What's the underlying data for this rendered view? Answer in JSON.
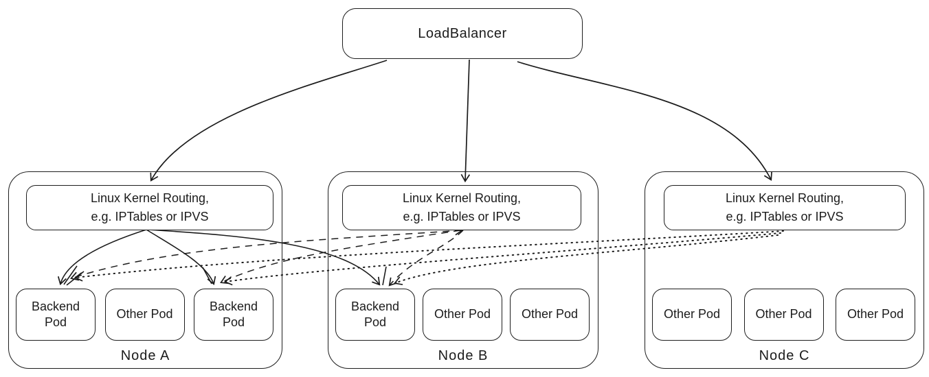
{
  "diagram": {
    "load_balancer_label": "LoadBalancer",
    "kernel_routing": {
      "line1": "Linux Kernel Routing,",
      "line2": "e.g. IPTables or IPVS"
    },
    "nodes": [
      {
        "label": "Node A",
        "pods": [
          "Backend Pod",
          "Other Pod",
          "Backend Pod"
        ]
      },
      {
        "label": "Node B",
        "pods": [
          "Backend Pod",
          "Other Pod",
          "Other Pod"
        ]
      },
      {
        "label": "Node C",
        "pods": [
          "Other Pod",
          "Other Pod",
          "Other Pod"
        ]
      }
    ],
    "edges": [
      {
        "from": "load-balancer",
        "to": "node-a-kernel-routing",
        "style": "solid"
      },
      {
        "from": "load-balancer",
        "to": "node-b-kernel-routing",
        "style": "solid"
      },
      {
        "from": "load-balancer",
        "to": "node-c-kernel-routing",
        "style": "solid"
      },
      {
        "from": "node-a-kernel-routing",
        "to": "node-a-backend-pod-1",
        "style": "solid"
      },
      {
        "from": "node-a-kernel-routing",
        "to": "node-a-backend-pod-2",
        "style": "solid"
      },
      {
        "from": "node-a-kernel-routing",
        "to": "node-b-backend-pod",
        "style": "solid"
      },
      {
        "from": "node-b-kernel-routing",
        "to": "node-a-backend-pod-1",
        "style": "dashed"
      },
      {
        "from": "node-b-kernel-routing",
        "to": "node-a-backend-pod-2",
        "style": "dashed"
      },
      {
        "from": "node-b-kernel-routing",
        "to": "node-b-backend-pod",
        "style": "dashed"
      },
      {
        "from": "node-c-kernel-routing",
        "to": "node-a-backend-pod-1",
        "style": "dotted"
      },
      {
        "from": "node-c-kernel-routing",
        "to": "node-a-backend-pod-2",
        "style": "dotted"
      },
      {
        "from": "node-c-kernel-routing",
        "to": "node-b-backend-pod",
        "style": "dotted"
      }
    ],
    "colors": {
      "stroke": "#1b1b1b",
      "background": "#ffffff"
    }
  }
}
